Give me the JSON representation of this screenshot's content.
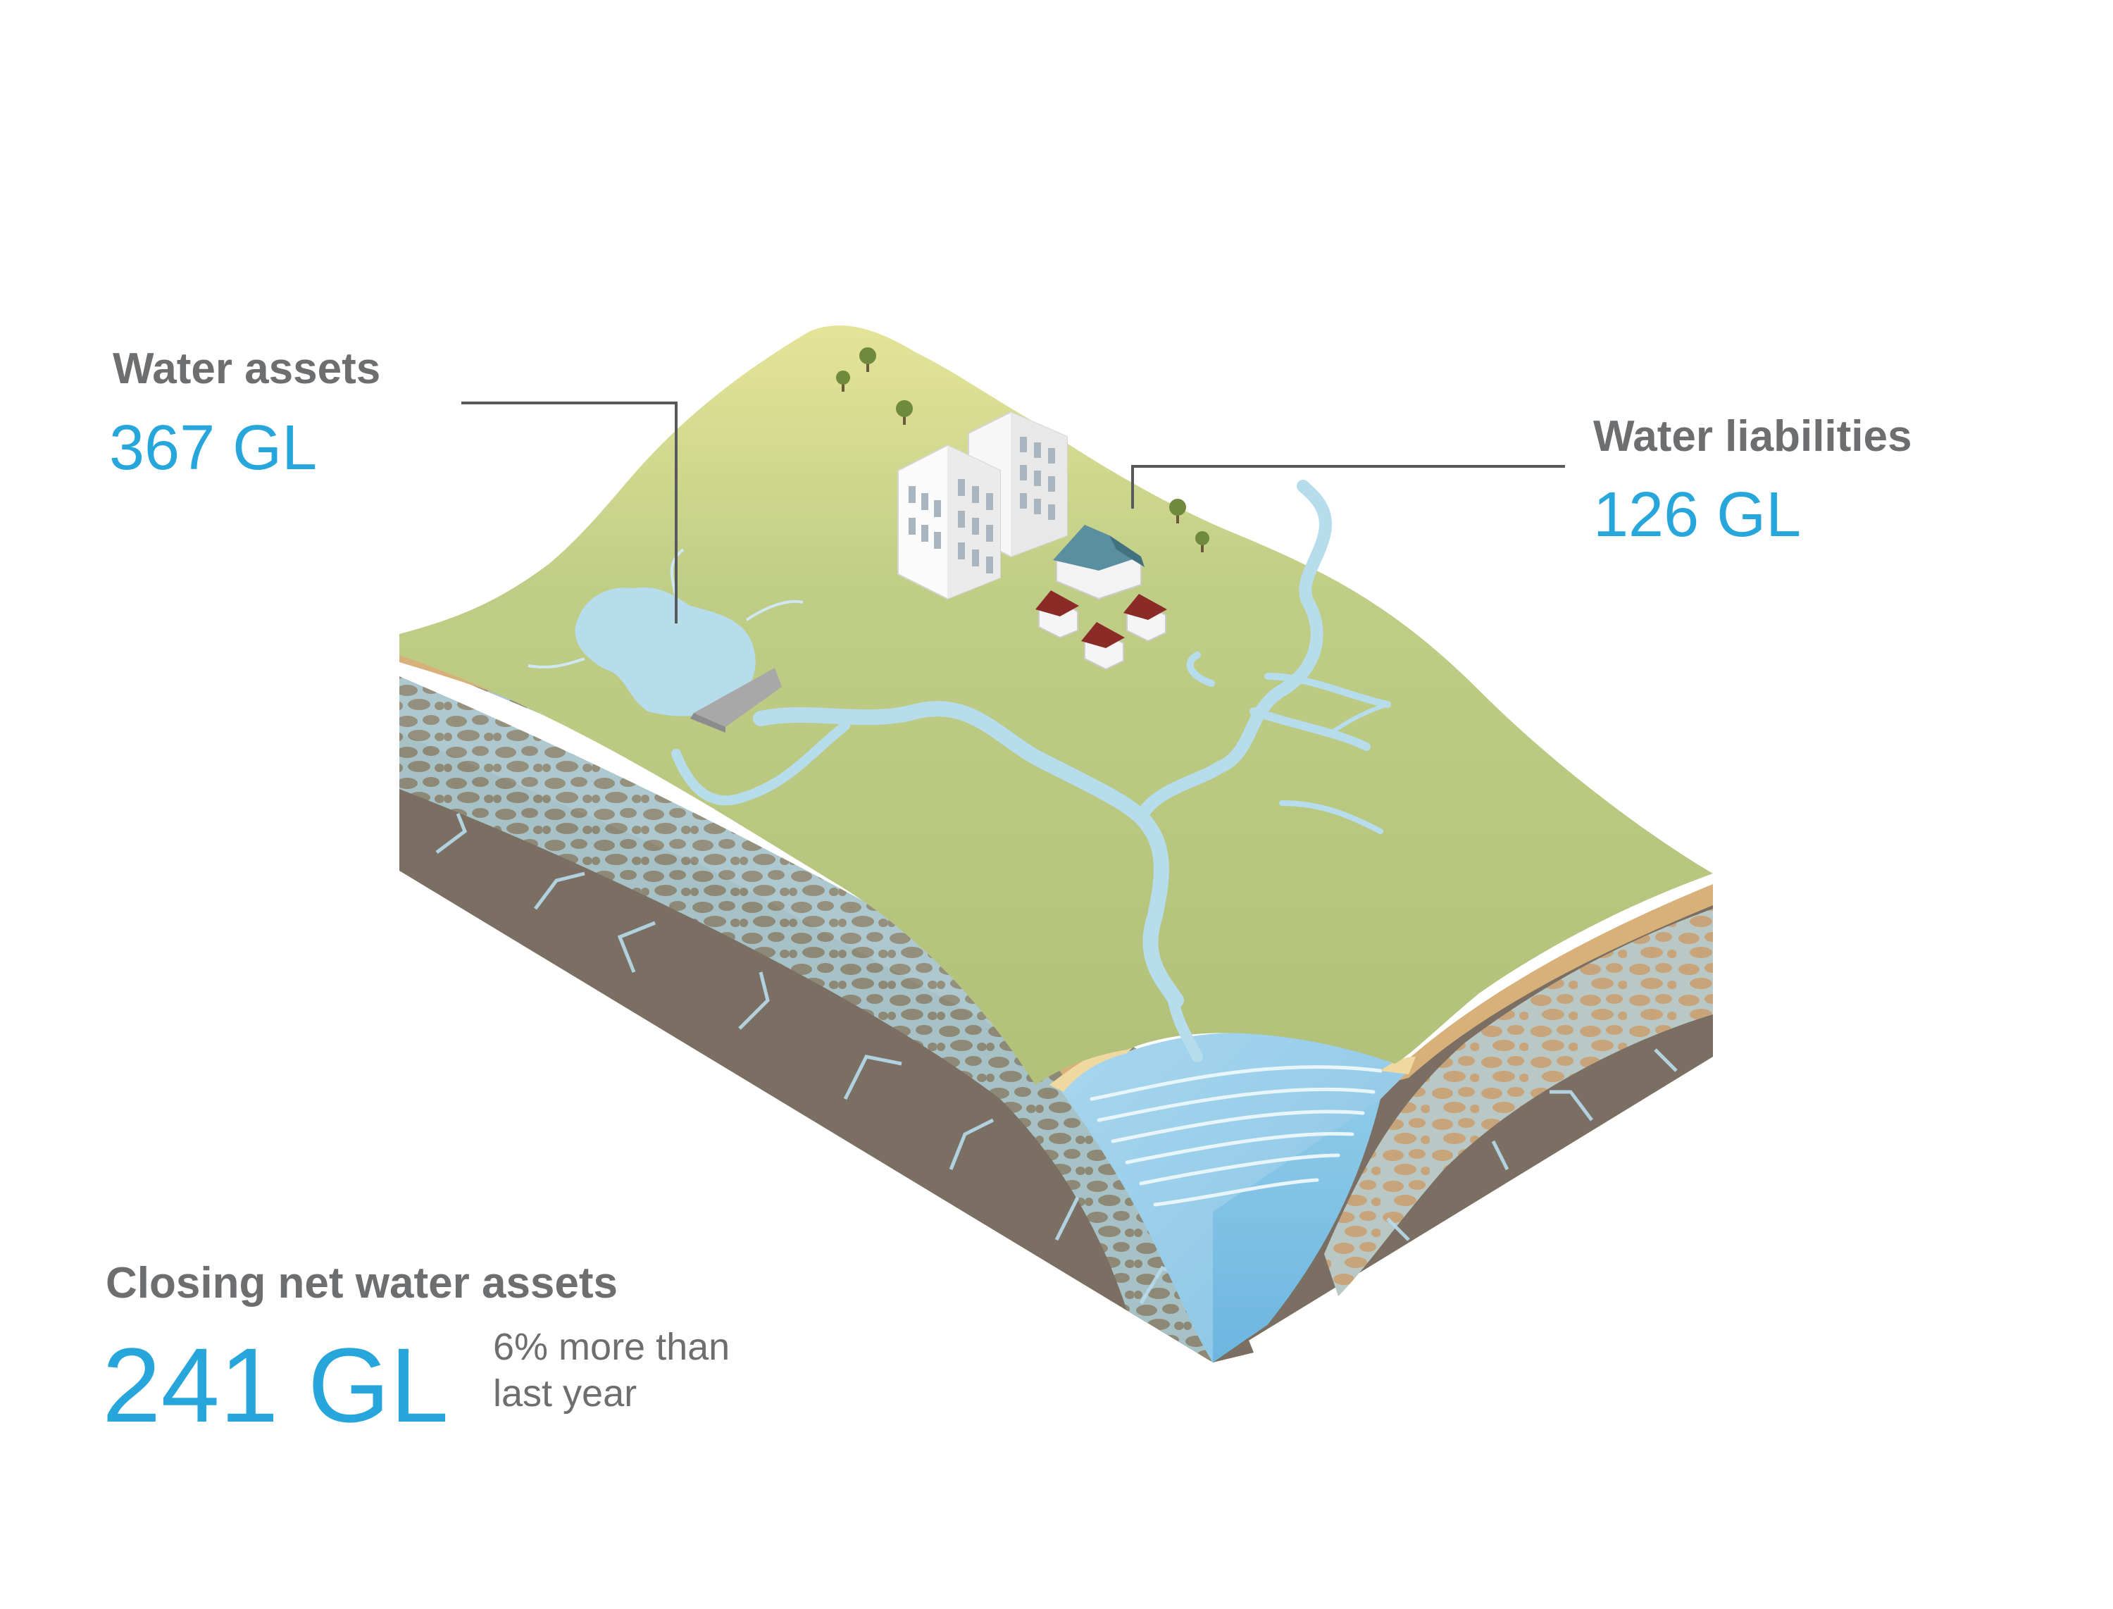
{
  "labels": {
    "assets": {
      "title": "Water assets",
      "value": "367 GL"
    },
    "liabilities": {
      "title": "Water liabilities",
      "value": "126 GL"
    },
    "net": {
      "title": "Closing net water assets",
      "value": "241 GL",
      "note_line1": "6% more than",
      "note_line2": "last year"
    }
  },
  "colors": {
    "title_gray": "#6d6e70",
    "value_blue": "#27a6dc",
    "grass": "#b8c983",
    "grass_light": "#dde18f",
    "water": "#b7dcec",
    "rock": "#7d7265",
    "sand": "#dfb57e",
    "leader_line": "#58595b"
  },
  "icons": [
    "reservoir-icon",
    "dam-icon",
    "office-buildings-icon",
    "house-icon",
    "tree-icon",
    "river-icon"
  ]
}
